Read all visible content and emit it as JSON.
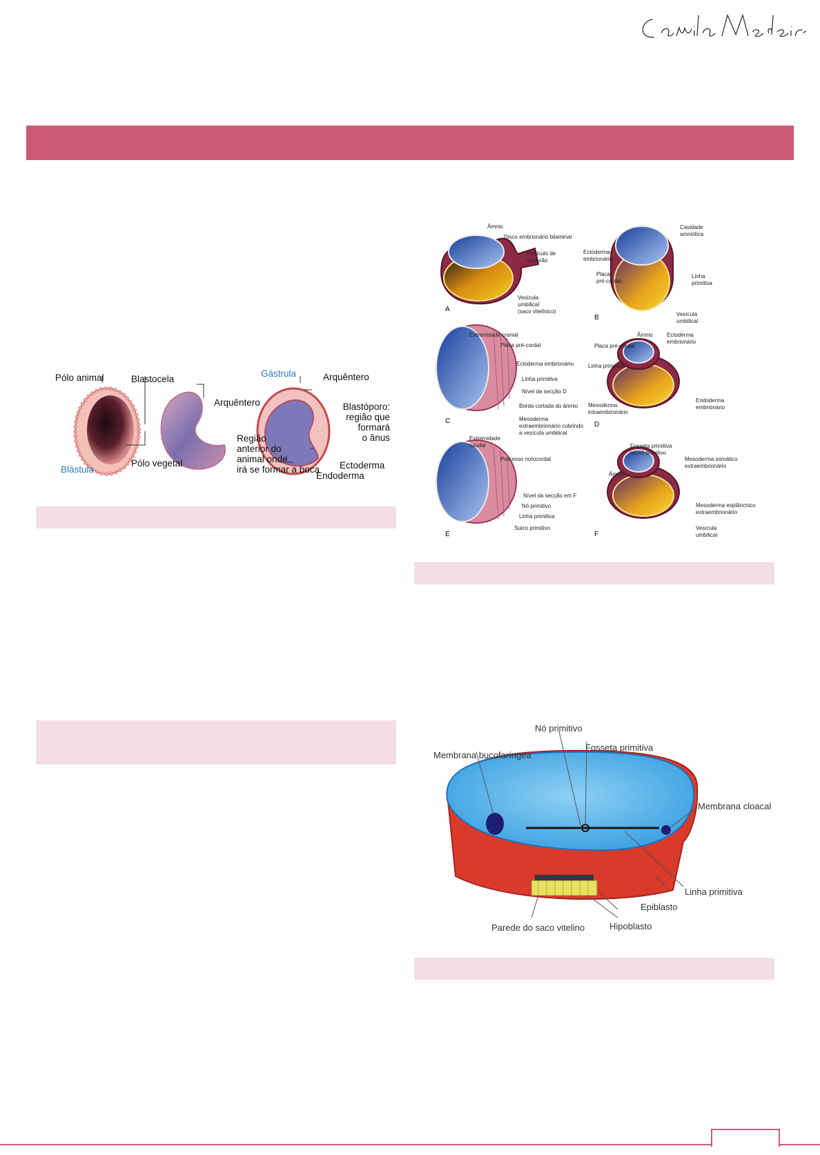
{
  "signature": "Camila Medeiros",
  "colors": {
    "accent": "#cc5a76",
    "caption_bg": "#f3dde3"
  },
  "figure1": {
    "labels": {
      "polo_animal": "Pólo animal",
      "blastocela": "Blastocela",
      "blastula": "Blástula",
      "polo_vegetal": "Pólo vegetal",
      "arquentero_middle": "Arquêntero",
      "gastrula": "Gástrula",
      "arquentero_right": "Arquêntero",
      "blastoporo_1": "Blastóporo:",
      "blastoporo_2": "região que",
      "blastoporo_3": "formará",
      "blastoporo_4": "o ânus",
      "regiao_1": "Região",
      "regiao_2": "anterior do",
      "regiao_3": "animal onde",
      "regiao_4": "irá se formar a boca",
      "ectoderma": "Ectoderma",
      "endoderma": "Endoderma"
    }
  },
  "figure2": {
    "panel_letters": [
      "A",
      "B",
      "C",
      "D",
      "E",
      "F"
    ],
    "labels": {
      "a_amnio": "Âmnio",
      "a_disco": "Disco embrionário bilaminar",
      "a_pediculo_1": "Pedículo de",
      "a_pediculo_2": "conexão",
      "a_vesicula_1": "Vesícula",
      "a_vesicula_2": "umbilical",
      "a_vesicula_3": "(saco vitelínico)",
      "b_cavidade_1": "Cavidade",
      "b_cavidade_2": "amniótica",
      "b_ectoderma_1": "Ectoderma",
      "b_ectoderma_2": "embrionário",
      "b_placa_1": "Placa",
      "b_placa_2": "pré-cordal",
      "b_linha_1": "Linha",
      "b_linha_2": "primitiva",
      "b_vesicula_1": "Vesícula",
      "b_vesicula_2": "umbilical",
      "c_extremidade": "Extremidade cranial",
      "c_placa": "Placa pré-cordal",
      "c_ectoderma": "Ectoderma embrionário",
      "c_linha": "Linha primitiva",
      "c_nivel": "Nível da secção D",
      "c_borda": "Borda cortada do âmnio",
      "c_meso_1": "Mesoderma",
      "c_meso_2": "extraembrionário cobrindo",
      "c_meso_3": "a vesícula umbilical",
      "d_amnio": "Âmnio",
      "d_ecto_1": "Ectoderma",
      "d_ecto_2": "embrionário",
      "d_placa": "Placa pré-cordal",
      "d_linha": "Linha primitiva",
      "d_endo_1": "Endoderma",
      "d_endo_2": "embrionário",
      "d_meso_1": "Mesoderma",
      "d_meso_2": "intraembrionário",
      "e_extremidade_1": "Extremidade",
      "e_extremidade_2": "caudal",
      "e_processo": "Processo notocordal",
      "e_nivel": "Nível da secção em F",
      "e_no": "Nó primitivo",
      "e_linha": "Linha primitiva",
      "e_sulco": "Sulco primitivo",
      "f_fosseta_1": "Fosseta primitiva",
      "f_fosseta_2": "no nó primitivo",
      "f_meso_som_1": "Mesoderma somático",
      "f_meso_som_2": "extraembrionário",
      "f_amnio": "Âmnio",
      "f_meso_esp_1": "Mesoderma esplâncnico",
      "f_meso_esp_2": "extraembrionário",
      "f_vesicula_1": "Vesícula",
      "f_vesicula_2": "umbilical"
    }
  },
  "figure3": {
    "labels": {
      "no_primitivo": "Nó primitivo",
      "fosseta": "Fosseta primitiva",
      "membrana_buco": "Membrana bucofaríngea",
      "membrana_cloacal": "Membrana cloacal",
      "linha_primitiva": "Linha primitiva",
      "epiblasto": "Epiblasto",
      "parede": "Parede do saco vitelino",
      "hipoblasto": "Hipoblasto"
    }
  }
}
